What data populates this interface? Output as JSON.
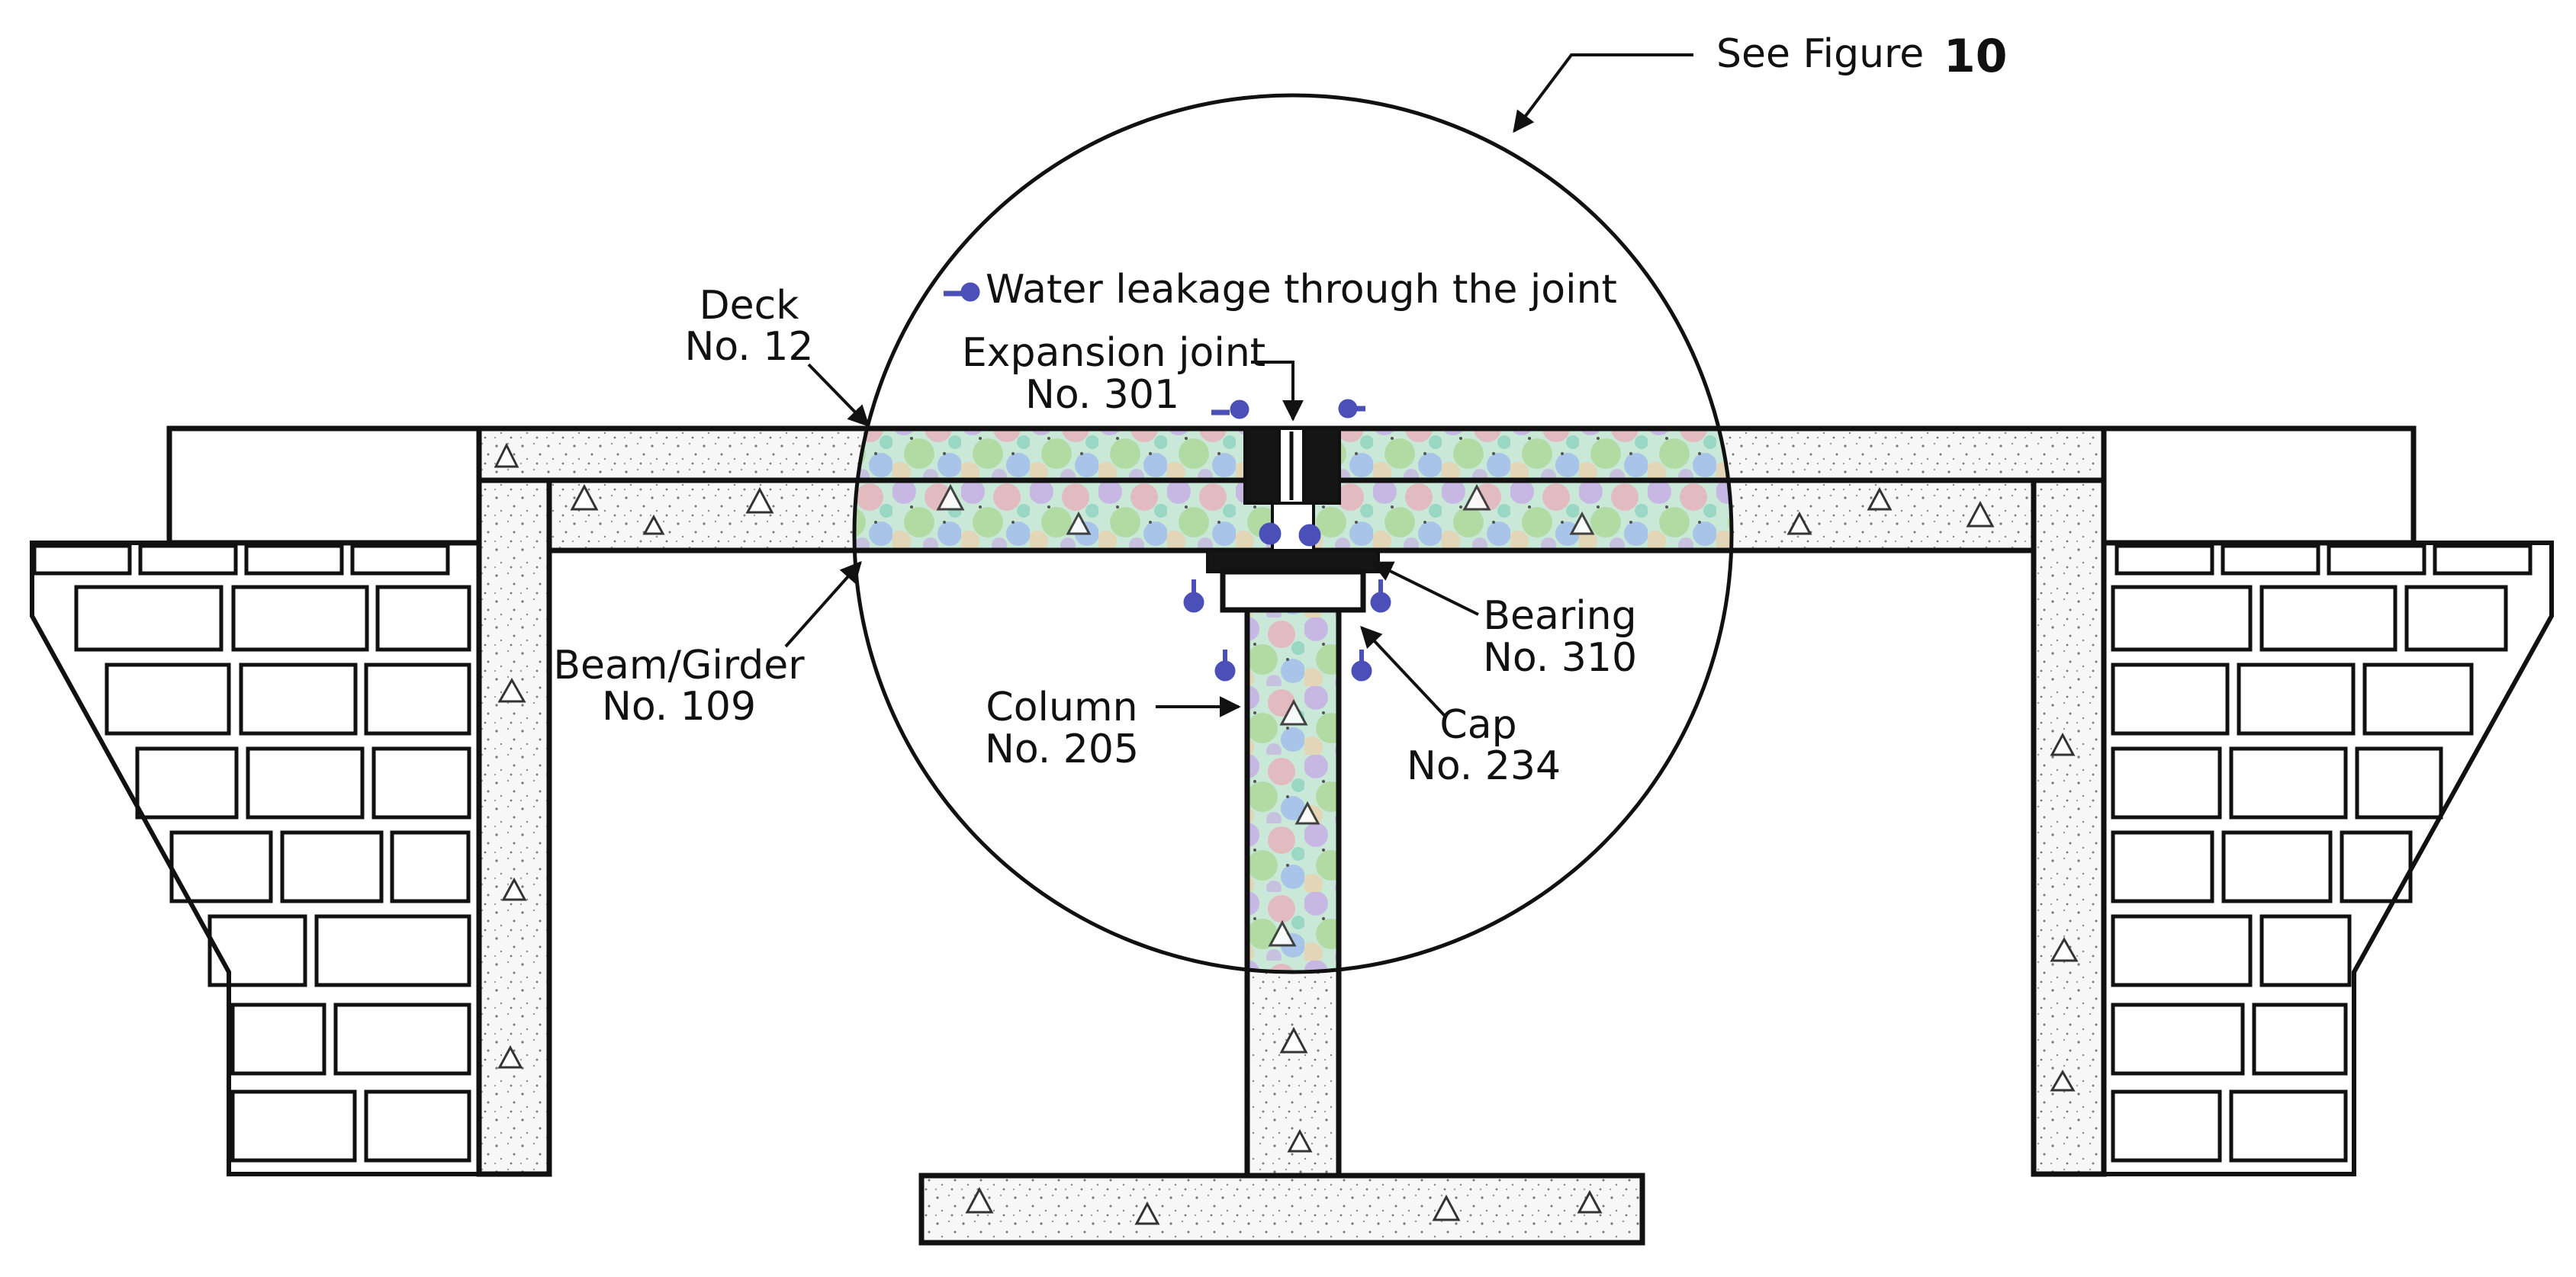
{
  "reference": {
    "text": "See Figure",
    "number": "10"
  },
  "legend": {
    "icon": "water-drop-icon",
    "text": "Water leakage through the joint"
  },
  "labels": {
    "deck": {
      "name": "Deck",
      "number": "No. 12"
    },
    "expansion_joint": {
      "name": "Expansion joint",
      "number": "No. 301"
    },
    "beam": {
      "name": "Beam/Girder",
      "number": "No. 109"
    },
    "bearing": {
      "name": "Bearing",
      "number": "No. 310"
    },
    "column": {
      "name": "Column",
      "number": "No. 205"
    },
    "cap": {
      "name": "Cap",
      "number": "No. 234"
    }
  },
  "colors": {
    "line": "#111111",
    "water": "#4b4fb8",
    "concrete": "#f4f4f4",
    "highlight": [
      "#8fd3c0",
      "#c7a6e6",
      "#f0a3b4",
      "#a9d68f",
      "#9fb8ee"
    ]
  }
}
